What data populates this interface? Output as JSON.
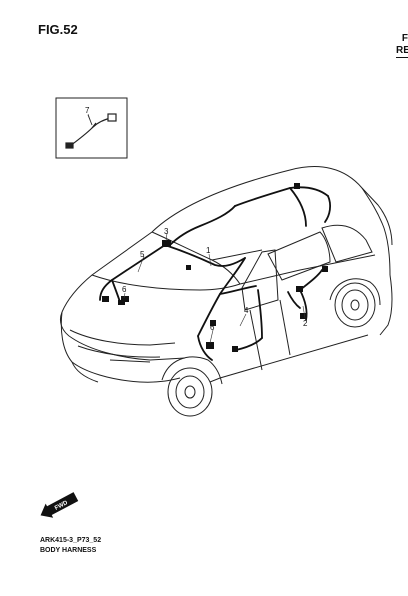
{
  "figure": {
    "title": "FIG.52",
    "corner_ref_line1": "F",
    "corner_ref_line2": "RE"
  },
  "callouts": [
    "1",
    "2",
    "3",
    "4",
    "5",
    "6",
    "6",
    "7"
  ],
  "fwd_label": "FWD",
  "caption": {
    "code": "ARK415-3_P73_52",
    "name": "BODY HARNESS"
  }
}
